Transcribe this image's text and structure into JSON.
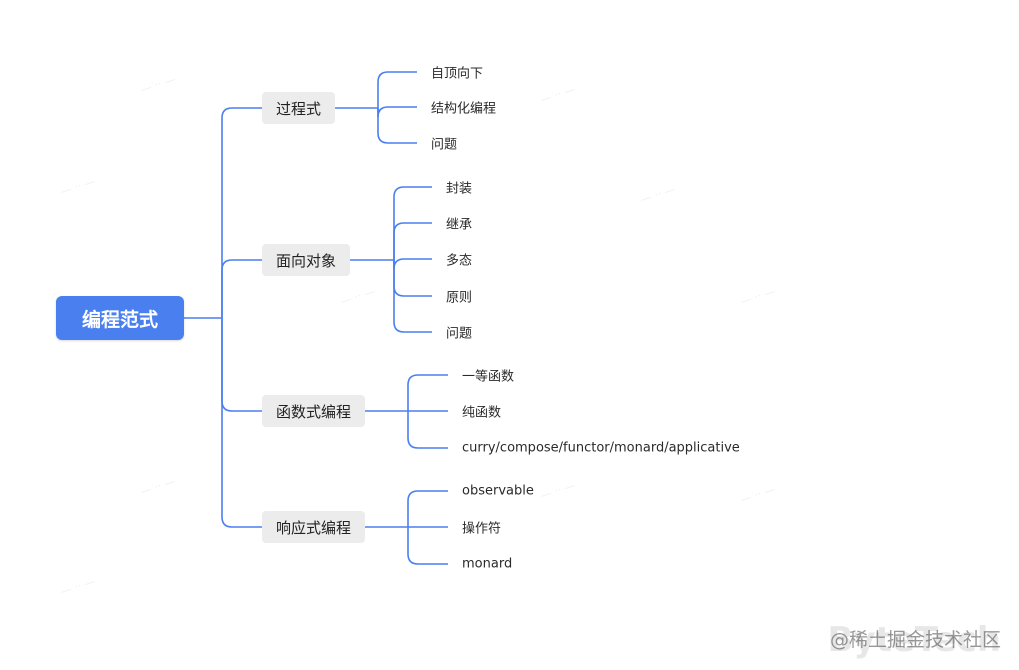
{
  "root": {
    "label": "编程范式"
  },
  "branches": [
    {
      "label": "过程式",
      "children": [
        "自顶向下",
        "结构化编程",
        "问题"
      ]
    },
    {
      "label": "面向对象",
      "children": [
        "封装",
        "继承",
        "多态",
        "原则",
        "问题"
      ]
    },
    {
      "label": "函数式编程",
      "children": [
        "一等函数",
        "纯函数",
        "curry/compose/functor/monard/applicative"
      ]
    },
    {
      "label": "响应式编程",
      "children": [
        "observable",
        "操作符",
        "monard"
      ]
    }
  ],
  "footer": {
    "text": "@稀土掘金技术社区",
    "brand": "ByteTech"
  },
  "colors": {
    "line": "#4a7ff0",
    "root": "#4a7ff0",
    "branch": "#ececec"
  }
}
